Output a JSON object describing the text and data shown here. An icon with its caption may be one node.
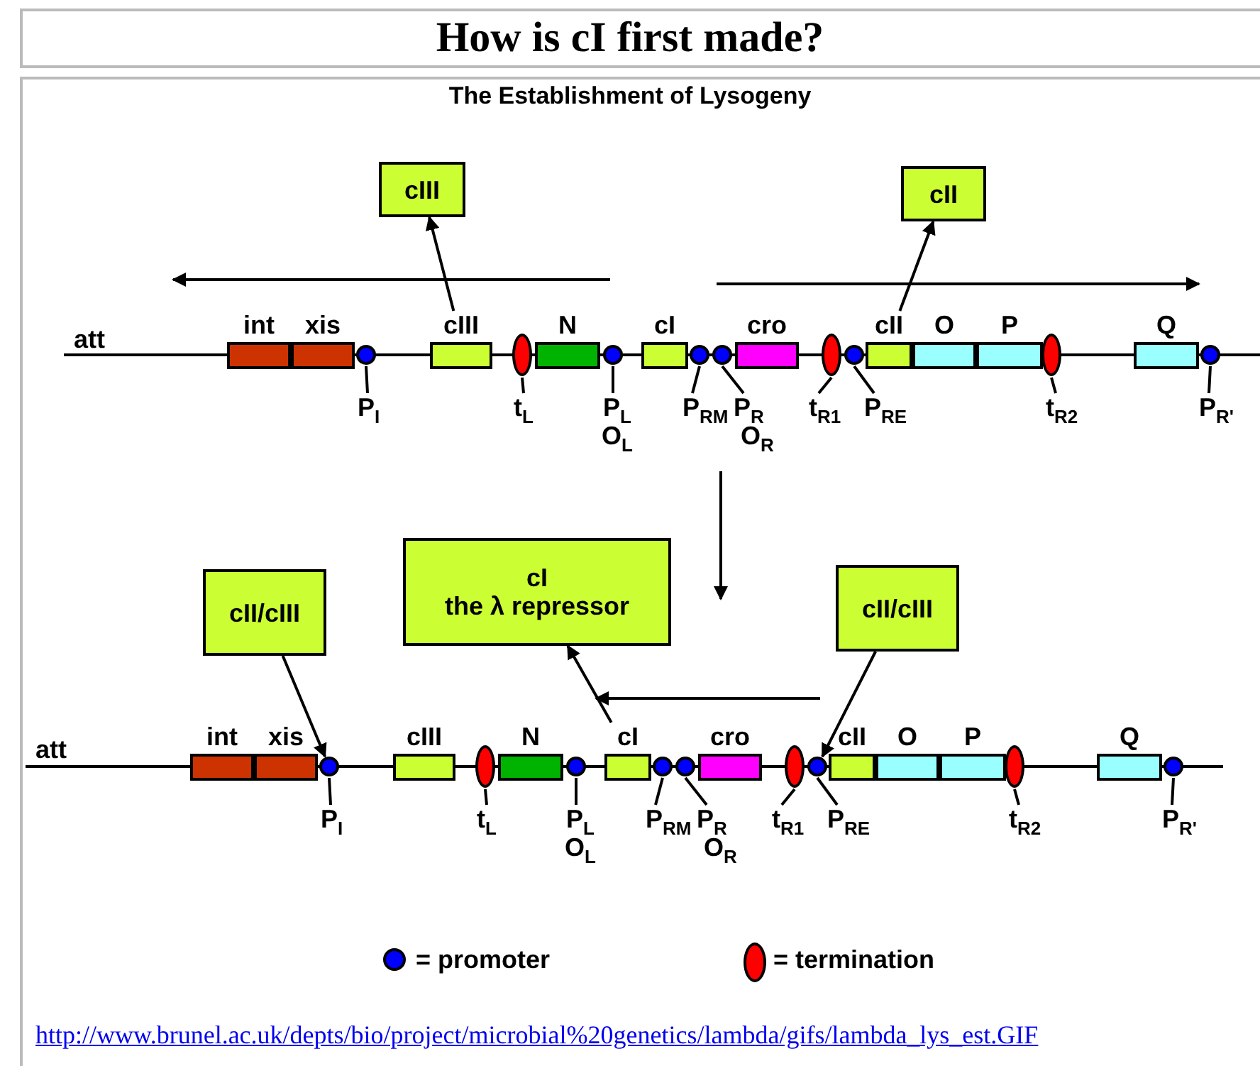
{
  "diagram": {
    "title": "How is cI first made?",
    "nodes": [
      {
        "text": [
          "cIII"
        ]
      },
      {
        "text": [
          "cII"
        ]
      },
      {
        "text": [
          "int"
        ]
      },
      {
        "text": [
          "xis"
        ]
      },
      {
        "text": [],
        "shape": "circle",
        "beside": [
          "P$_{I}$"
        ]
      },
      {
        "text": [
          "cIII"
        ]
      },
      {
        "text": [],
        "shape": "ellipse",
        "beside": [
          "t$_{L}$"
        ]
      },
      {
        "text": [
          "N"
        ]
      },
      {
        "text": [],
        "shape": "circle",
        "beside": [
          "P$_{L}$",
          "O$_{L}$"
        ]
      },
      {
        "text": [
          "cI"
        ]
      },
      {
        "text": [],
        "shape": "circle",
        "beside": [
          "P$_{RM}$"
        ]
      },
      {
        "text": [],
        "shape": "circle",
        "beside": [
          "P$_{R}$",
          "O$_{R}$"
        ]
      },
      {
        "text": [
          "cro"
        ]
      },
      {
        "text": [],
        "shape": "ellipse",
        "beside": [
          "t$_{R1}$"
        ]
      },
      {
        "text": [],
        "shape": "circle",
        "beside": [
          "P$_{RE}$"
        ]
      },
      {
        "text": [
          "cII"
        ]
      },
      {
        "text": [
          "O"
        ]
      },
      {
        "text": [
          "P"
        ]
      },
      {
        "text": [],
        "shape": "ellipse",
        "beside": [
          "t$_{R2}$"
        ]
      },
      {
        "text": [
          "Q"
        ]
      },
      {
        "text": [],
        "shape": "circle",
        "beside": [
          "P$_{R'}$"
        ]
      },
      {
        "text": [
          "cII/cIII"
        ]
      },
      {
        "text": [
          "cI",
          "the λ repressor"
        ]
      },
      {
        "text": [
          "cII/cIII"
        ]
      },
      {
        "text": [
          "int"
        ]
      },
      {
        "text": [
          "xis"
        ]
      },
      {
        "text": [],
        "shape": "circle",
        "beside": [
          "P$_{I}$"
        ]
      },
      {
        "text": [
          "cIII"
        ]
      },
      {
        "text": [],
        "shape": "ellipse",
        "beside": [
          "t$_{L}$"
        ]
      },
      {
        "text": [
          "N"
        ]
      },
      {
        "text": [],
        "shape": "circle",
        "beside": [
          "P$_{L}$",
          "O$_{L}$"
        ]
      },
      {
        "text": [
          "cI"
        ]
      },
      {
        "text": [],
        "shape": "circle",
        "beside": [
          "P$_{RM}$"
        ]
      },
      {
        "text": [],
        "shape": "circle",
        "beside": [
          "P$_{R}$",
          "O$_{R}$"
        ]
      },
      {
        "text": [
          "cro"
        ]
      },
      {
        "text": [],
        "shape": "ellipse",
        "beside": [
          "t$_{R1}$"
        ]
      },
      {
        "text": [],
        "shape": "circle",
        "beside": [
          "P$_{RE}$"
        ]
      },
      {
        "text": [
          "cII"
        ]
      },
      {
        "text": [
          "O"
        ]
      },
      {
        "text": [
          "P"
        ]
      },
      {
        "text": [],
        "shape": "ellipse",
        "beside": [
          "t$_{R2}$"
        ]
      },
      {
        "text": [
          "Q"
        ]
      },
      {
        "text": [],
        "shape": "circle",
        "beside": [
          "P$_{R'}$"
        ]
      }
    ],
    "edges": [
      {
        "from": 5,
        "to": 0,
        "arrow": "to"
      },
      {
        "from": 15,
        "to": 1,
        "arrow": "to"
      },
      {
        "from": 21,
        "to": 26,
        "arrow": "to"
      },
      {
        "from": 31,
        "to": 22,
        "arrow": "to"
      },
      {
        "from": 23,
        "to": 36,
        "arrow": "to"
      }
    ],
    "labels": [
      "The Establishment of Lysogeny",
      "att",
      "att",
      "http://www.brunel.ac.uk/depts/bio/project/microbial%20genetics/lambda/gifs/lambda_lys_est.GIF"
    ],
    "legend": [
      {
        "text": "= promoter",
        "color": "#0000ff"
      },
      {
        "text": "= termination",
        "color": "#ff0000"
      }
    ]
  }
}
